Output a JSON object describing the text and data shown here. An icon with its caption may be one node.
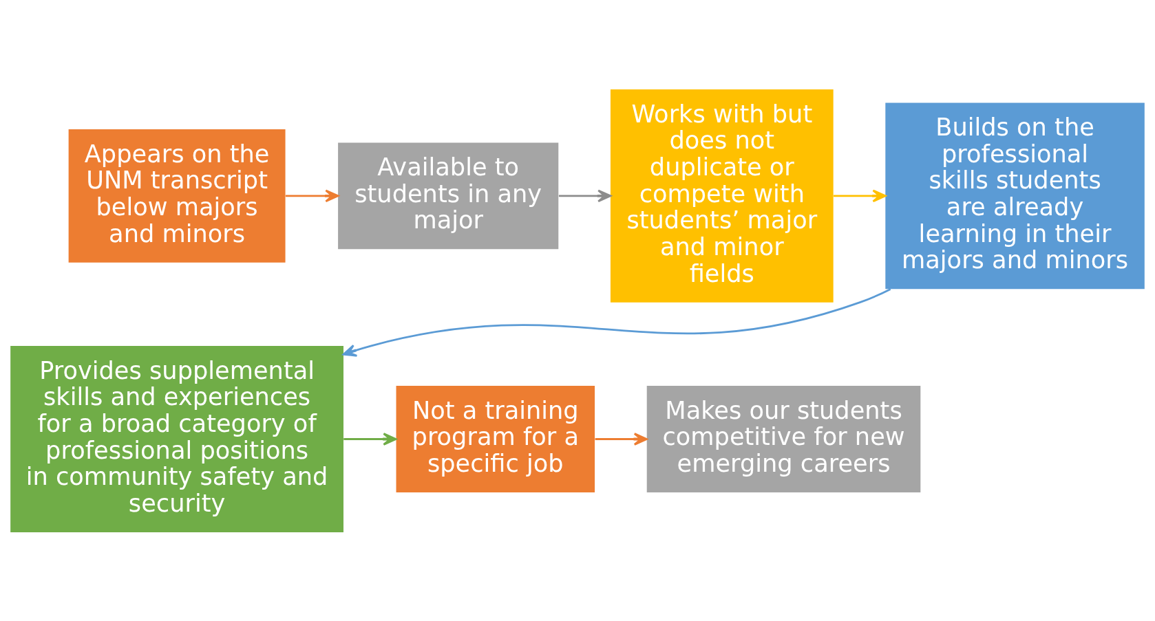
{
  "diagram": {
    "nodes": [
      {
        "text": [
          "Appears on the UNM transcript below majors and minors"
        ]
      },
      {
        "text": [
          "Available to students in any major"
        ]
      },
      {
        "text": [
          "Works with but does not duplicate or compete with students’ major and minor fields"
        ]
      },
      {
        "text": [
          "Builds on the professional skills students are already learning in their majors and minors"
        ]
      },
      {
        "text": [
          "Provides supplemental skills and experiences for a broad category of professional positions in community safety and security"
        ]
      },
      {
        "text": [
          "Not a training program for a specific job"
        ]
      },
      {
        "text": [
          "Makes our students competitive for new emerging careers"
        ]
      }
    ],
    "edges": [
      {
        "from": 0,
        "to": 1,
        "arrow": "to",
        "color": "#ed7d31"
      },
      {
        "from": 1,
        "to": 2,
        "arrow": "to",
        "color": "#8c8c8c"
      },
      {
        "from": 2,
        "to": 3,
        "arrow": "to",
        "color": "#ffc000"
      },
      {
        "from": 3,
        "to": 4,
        "arrow": "to",
        "color": "#5b9bd5"
      },
      {
        "from": 4,
        "to": 5,
        "arrow": "to",
        "color": "#70ad47"
      },
      {
        "from": 5,
        "to": 6,
        "arrow": "to",
        "color": "#ed7d31"
      }
    ]
  }
}
